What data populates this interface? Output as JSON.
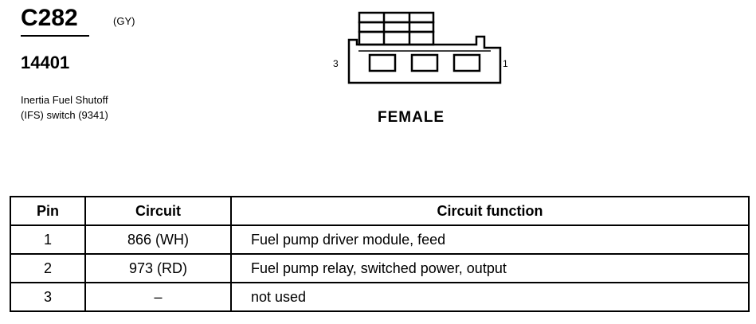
{
  "header": {
    "connector_id": "C282",
    "connector_color": "(GY)",
    "part_number": "14401",
    "description_lines": [
      "Inertia Fuel Shutoff",
      "(IFS) switch (9341)"
    ]
  },
  "diagram": {
    "pin_left_label": "3",
    "pin_right_label": "1",
    "gender": "FEMALE"
  },
  "table": {
    "headers": [
      "Pin",
      "Circuit",
      "Circuit function"
    ],
    "rows": [
      {
        "pin": "1",
        "circuit": "866 (WH)",
        "function": "Fuel pump driver module, feed"
      },
      {
        "pin": "2",
        "circuit": "973 (RD)",
        "function": "Fuel pump relay, switched power, output"
      },
      {
        "pin": "3",
        "circuit": "–",
        "function": "not used"
      }
    ]
  }
}
